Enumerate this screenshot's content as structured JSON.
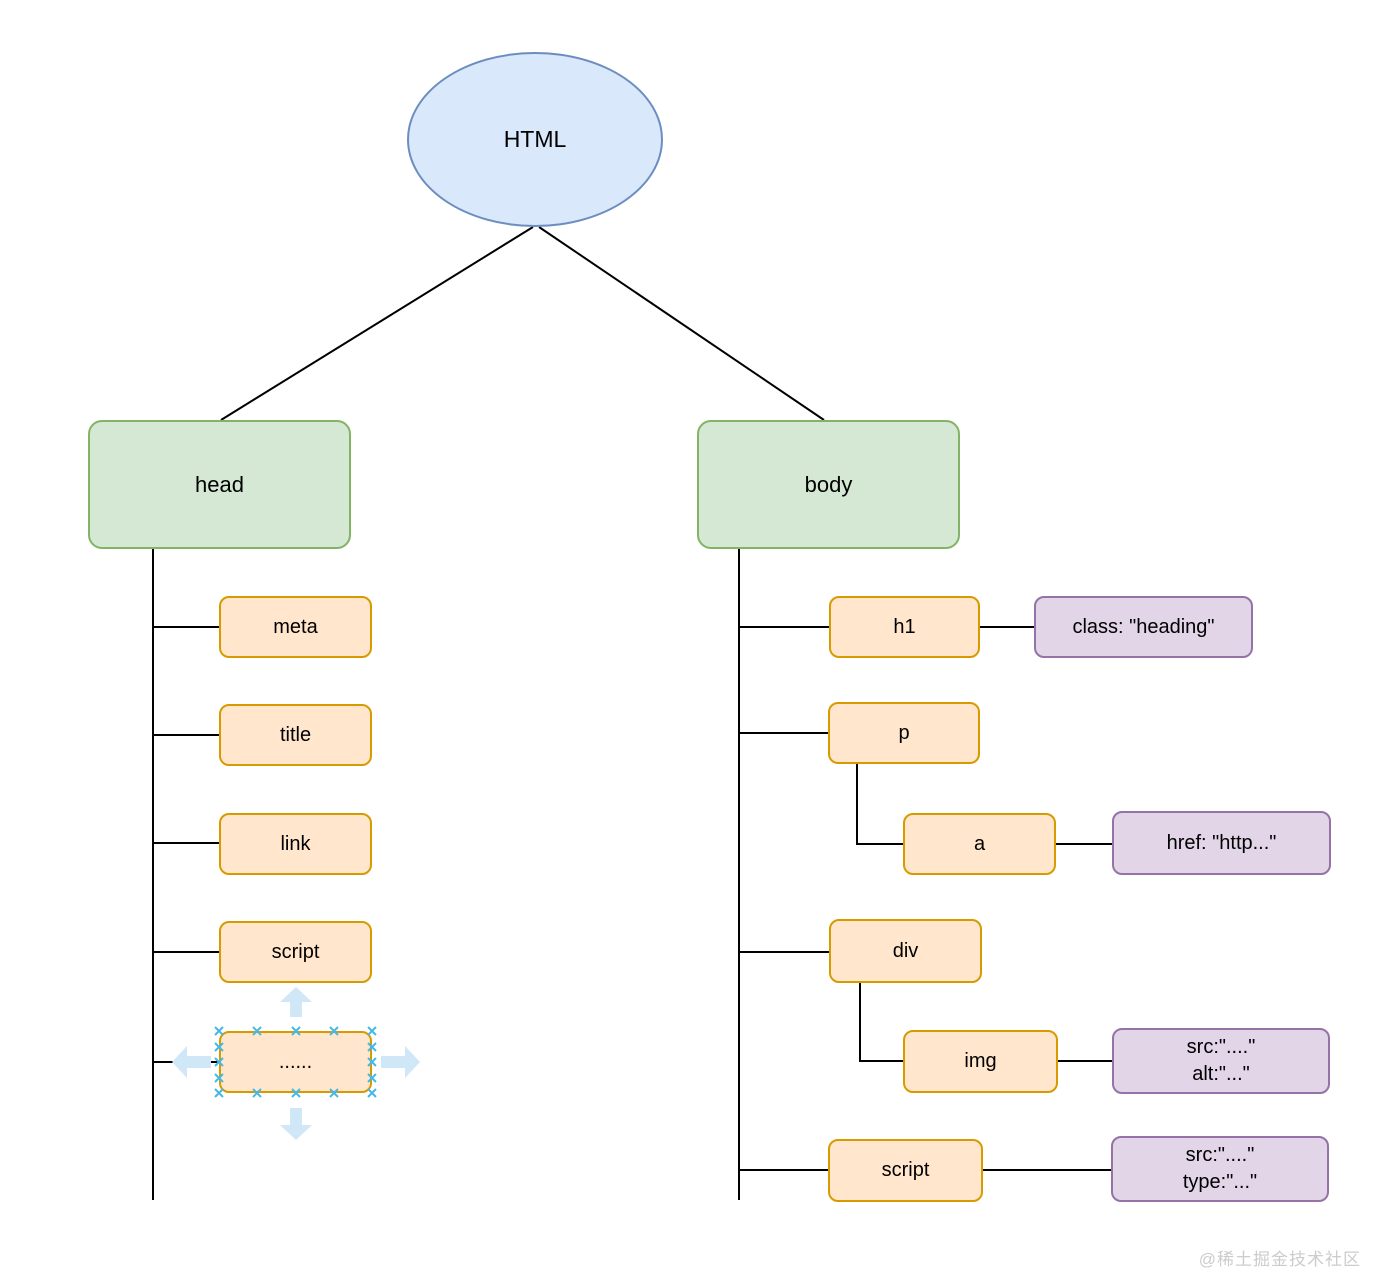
{
  "watermark": "@稀土掘金技术社区",
  "palette": {
    "root_fill": "#dae8fc",
    "root_stroke": "#6c8ebf",
    "section_fill": "#d5e8d4",
    "section_stroke": "#82b366",
    "element_fill": "#ffe6cc",
    "element_stroke": "#d79b00",
    "attr_fill": "#e1d5e7",
    "attr_stroke": "#9673a6",
    "connector": "#000000",
    "selection_handle": "#45b8e8",
    "selection_arrow": "#cfe7f7"
  },
  "tree": {
    "root": {
      "label": "HTML"
    },
    "head": {
      "label": "head",
      "children": [
        {
          "label": "meta"
        },
        {
          "label": "title"
        },
        {
          "label": "link"
        },
        {
          "label": "script"
        },
        {
          "label": "......",
          "selected": true
        }
      ]
    },
    "body": {
      "label": "body",
      "children": [
        {
          "label": "h1",
          "attr": "class: \"heading\""
        },
        {
          "label": "p"
        },
        {
          "label": "a",
          "attr": "href: \"http...\""
        },
        {
          "label": "div"
        },
        {
          "label": "img",
          "attr_lines": [
            "src:\"....\"",
            "alt:\"...\""
          ]
        },
        {
          "label": "script",
          "attr_lines": [
            "src:\"....\"",
            "type:\"...\""
          ]
        }
      ]
    }
  }
}
